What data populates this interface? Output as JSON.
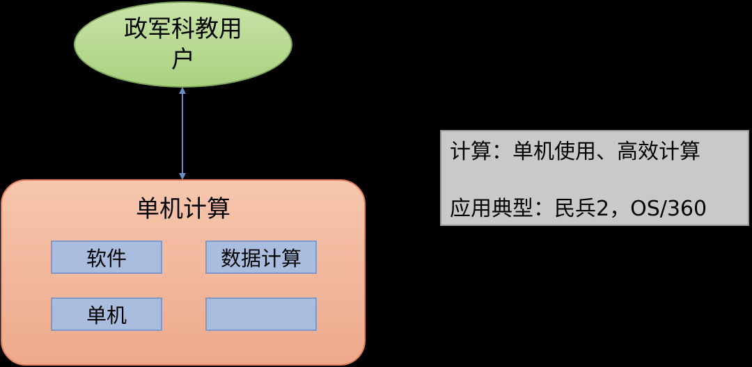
{
  "user_node": {
    "label": "政军科教用户"
  },
  "computing_box": {
    "title": "单机计算",
    "modules": [
      "软件",
      "数据计算",
      "单机",
      ""
    ]
  },
  "info_box": {
    "line1": "计算：单机使用、高效计算",
    "line2": "应用典型：民兵2，OS/360"
  },
  "colors": {
    "background": "#000000",
    "user_node_fill": "#a9d180",
    "computing_box_fill": "#f3b89d",
    "module_fill": "#a9bedf",
    "info_box_fill": "#c9c9c9",
    "connector": "#6d8fc6"
  }
}
